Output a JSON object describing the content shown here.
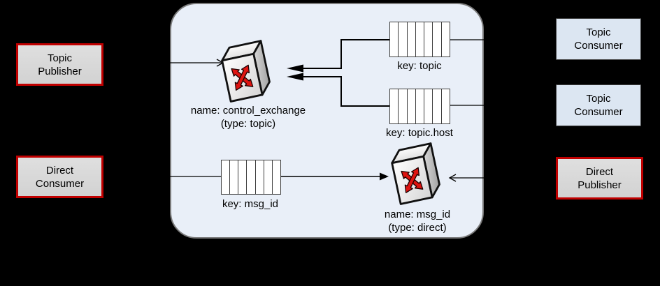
{
  "diagram_kind": "amqp-message-broker-topology",
  "external_nodes": {
    "topic_publisher": {
      "line1": "Topic",
      "line2": "Publisher"
    },
    "direct_consumer": {
      "line1": "Direct",
      "line2": "Consumer"
    },
    "topic_consumer_1": {
      "line1": "Topic",
      "line2": "Consumer"
    },
    "topic_consumer_2": {
      "line1": "Topic",
      "line2": "Consumer"
    },
    "direct_publisher": {
      "line1": "Direct",
      "line2": "Publisher"
    }
  },
  "broker": {
    "control_exchange": {
      "name": "name: control_exchange",
      "type": "(type: topic)"
    },
    "direct_exchange": {
      "name": "name: msg_id",
      "type": "(type: direct)"
    },
    "queues": {
      "topic": {
        "key": "key: topic",
        "cells": 7
      },
      "topic_host": {
        "key": "key: topic.host",
        "cells": 7
      },
      "msg_id": {
        "key": "key: msg_id",
        "cells": 7
      }
    }
  },
  "colors": {
    "background": "#000000",
    "broker_fill": "#e9eff8",
    "broker_border": "#7a7a7a",
    "publisher_consumer_red_border": "#c00000",
    "publisher_consumer_gray_fill": "#d9d9d9",
    "topic_consumer_fill": "#dce6f2",
    "queue_fill": "#ffffff",
    "line_color": "#000000",
    "exchange_arrow_red": "#de1410"
  },
  "icons": {
    "exchange_icon": "network-switch-crossed-arrows",
    "queue_icon": "segmented-queue-rectangle"
  }
}
